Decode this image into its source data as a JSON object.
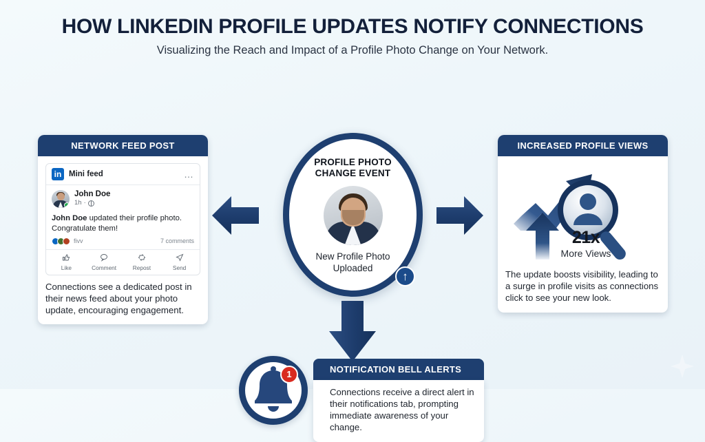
{
  "header": {
    "title": "HOW LINKEDIN PROFILE UPDATES NOTIFY CONNECTIONS",
    "subtitle": "Visualizing the Reach and Impact of a Profile Photo Change on Your Network."
  },
  "center_node": {
    "title_line1": "PROFILE PHOTO",
    "title_line2": "CHANGE EVENT",
    "caption_line1": "New Profile Photo",
    "caption_line2": "Uploaded",
    "upload_icon": "arrow-up-icon",
    "avatar_icon": "profile-photo-avatar"
  },
  "feed_card": {
    "header": "NETWORK FEED POST",
    "post": {
      "brand_logo": "linkedin-logo-icon",
      "brand_mark": "in",
      "source": "Mini feed",
      "menu_icon": "ellipsis-icon",
      "author_name": "John Doe",
      "timestamp": "1h",
      "visibility_icon": "globe-icon",
      "text_bold": "John Doe",
      "text_rest": " updated their profile photo. Congratulate them!",
      "reaction_name": "fivv",
      "comment_count": "7 comments",
      "actions": [
        {
          "label": "Like",
          "icon": "thumbs-up-icon",
          "glyph": "👍"
        },
        {
          "label": "Comment",
          "icon": "comment-bubble-icon",
          "glyph": "💬"
        },
        {
          "label": "Repost",
          "icon": "repost-icon",
          "glyph": "↻"
        },
        {
          "label": "Send",
          "icon": "send-paper-plane-icon",
          "glyph": "➤"
        }
      ]
    },
    "description": "Connections see a dedicated post in their news feed about your photo update, encouraging engagement."
  },
  "views_card": {
    "header": "INCREASED PROFILE VIEWS",
    "art_icons": [
      "trend-up-arrow-icon",
      "upward-arrow-icon",
      "magnifier-person-icon"
    ],
    "stat_value": "21x",
    "stat_label": "More Views",
    "description": "The update boosts visibility, leading to a surge in profile visits as connections click to see your new look."
  },
  "bell_card": {
    "header": "NOTIFICATION BELL ALERTS",
    "bell_icon": "notification-bell-icon",
    "badge_count": "1",
    "description": "Connections receive a direct alert in their notifications tab, prompting immediate awareness of your change."
  },
  "arrows": [
    {
      "name": "arrow-to-feed-card",
      "direction": "left"
    },
    {
      "name": "arrow-to-views-card",
      "direction": "right"
    },
    {
      "name": "arrow-to-bell-card",
      "direction": "down"
    }
  ],
  "watermark": {
    "icon": "sparkle-icon"
  },
  "colors": {
    "navy": "#1e3f70",
    "title": "#13203a",
    "linkedin_blue": "#0a66c2",
    "badge_red": "#d92b20",
    "background": "#eef6fa"
  }
}
